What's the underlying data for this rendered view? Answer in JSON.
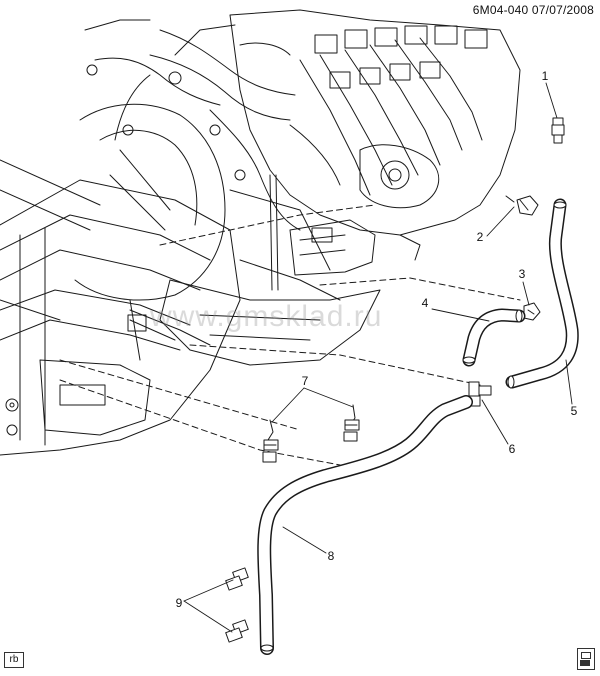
{
  "header": {
    "doc_id": "6M04-040  07/07/2008"
  },
  "watermark": "www.gmsklad.ru",
  "footer": {
    "view_tag": "rb"
  },
  "callouts": {
    "c1": "1",
    "c2": "2",
    "c3": "3",
    "c4": "4",
    "c5": "5",
    "c6": "6",
    "c7": "7",
    "c8": "8",
    "c9": "9"
  },
  "colors": {
    "line": "#1a1a1a",
    "hose_fill": "#ffffff",
    "ghost": "#b5b5b5"
  }
}
